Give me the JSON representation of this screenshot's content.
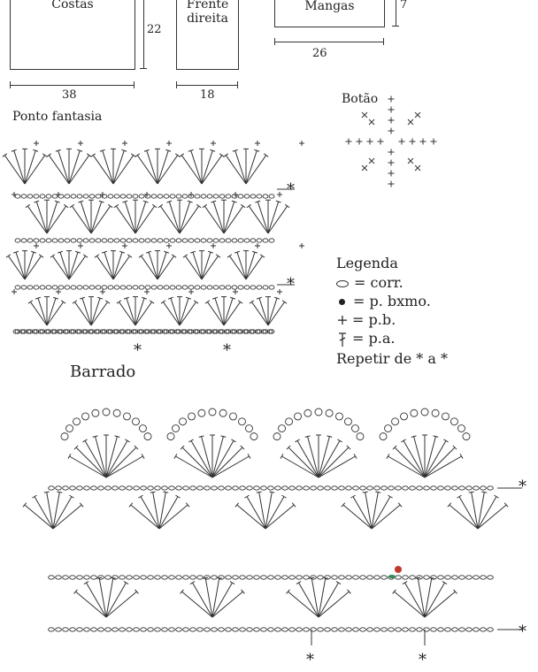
{
  "pieces": {
    "costas": "Costas",
    "frente": "Frente direita",
    "mangas": "Mangas",
    "costas_height": "22",
    "costas_width": "38",
    "frente_width": "18",
    "mangas_width": "26",
    "mangas_height": "7"
  },
  "ponto_fantasia": {
    "title": "Ponto fantasia",
    "repeat_marker": "*"
  },
  "botao": {
    "title": "Botão"
  },
  "legend": {
    "title": "Legenda",
    "items": [
      {
        "symbol": "chain-symbol",
        "text": "= corr."
      },
      {
        "symbol": "slip-stitch-symbol",
        "text": "= p. bxmo."
      },
      {
        "symbol": "single-crochet-symbol",
        "text": "= p.b."
      },
      {
        "symbol": "double-crochet-symbol",
        "text": "= p.a."
      }
    ],
    "repeat_note": "Repetir de * a *"
  },
  "barrado": {
    "title": "Barrado",
    "repeat_marker": "*"
  },
  "colors": {
    "ink": "#333333",
    "accent_red": "#c0392b",
    "accent_green": "#2e8b57"
  }
}
